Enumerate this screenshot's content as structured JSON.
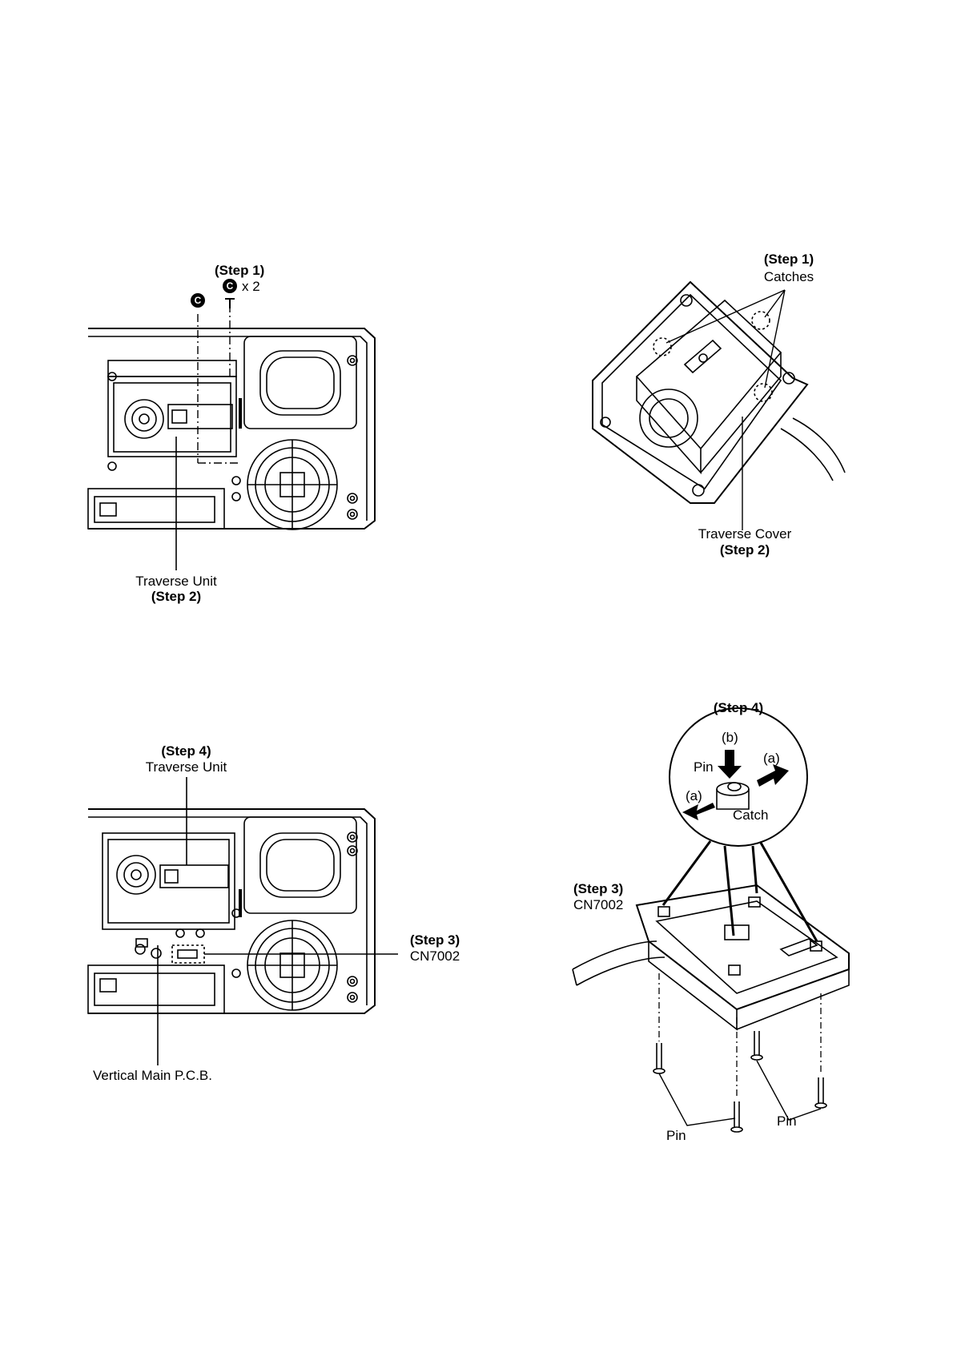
{
  "fig1": {
    "step1": "(Step 1)",
    "screw_qty": "x 2",
    "screw_symbol": "C",
    "traverse_unit": "Traverse Unit",
    "step2": "(Step 2)"
  },
  "fig2": {
    "step1": "(Step 1)",
    "catches": "Catches",
    "traverse_cover": "Traverse Cover",
    "step2": "(Step 2)"
  },
  "fig3": {
    "step4": "(Step 4)",
    "traverse_unit": "Traverse Unit",
    "step3": "(Step 3)",
    "connector": "CN7002",
    "pcb": "Vertical Main P.C.B."
  },
  "fig4": {
    "step4": "(Step 4)",
    "b": "(b)",
    "pin": "Pin",
    "a_right": "(a)",
    "a_left": "(a)",
    "catch": "Catch",
    "step3": "(Step 3)",
    "connector": "CN7002",
    "pin_left": "Pin",
    "pin_right": "Pin"
  }
}
